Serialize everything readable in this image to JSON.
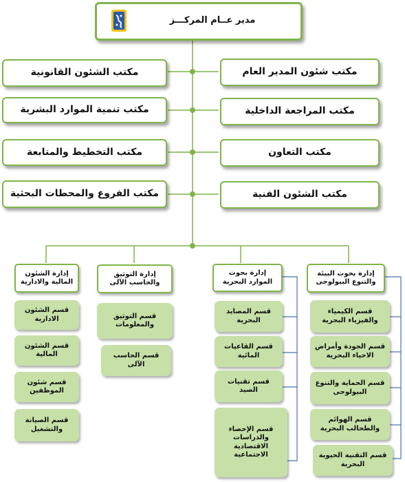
{
  "general_manager": "مدير عــام المركـــز",
  "offices_left": [
    "مكتب الشئون القانونية",
    "مكتب تنمية الموارد البشرية",
    "مكتب التخطيط والمتابعة",
    "مكتب الفروع والمحطات البحثية"
  ],
  "offices_right": [
    "مكتب شئون المدير العام",
    "مكتب المراجعة الداخلية",
    "مكتب التعاون",
    "مكتب الشئون الفنية"
  ],
  "departments": {
    "finance_admin": {
      "title": "إدارة الشئون المالية والادارية",
      "sections": [
        "قسم الشئون الادارية",
        "قسم الشئون المالية",
        "قسم شئون الموظفين",
        "قسم الصيانة والتشغيل"
      ]
    },
    "documentation_computing": {
      "title": "إدارة التوثيق والحاسب الآلى",
      "sections": [
        "قسم التوثيق والمعلومات",
        "قسم الحاسب الآلى"
      ]
    },
    "marine_resources": {
      "title": "إدارة بحوث الموارد البحرية",
      "sections": [
        "قسم المصايد البحرية",
        "قسم القاعيات المائية",
        "قسم تقنيات الصيد",
        "قسم الإحصاء والدراسات الاقتصادية الاجتماعية"
      ]
    },
    "environment_biodiversity": {
      "title": "إدارة بحوث البيئة والتنوع البيولوجى",
      "sections": [
        "قسم الكيمياء والفيزياء البحرية",
        "قسم الجودة وأمراض الاحياء البحرية",
        "قسم الحماية والتنوع البيولوجى",
        "قسم الهوائم والطحالب البحرية",
        "قسم التقنية الحيوية البحرية"
      ]
    }
  },
  "colors": {
    "border": "#7fb449",
    "section_fill": "#c6e0a8",
    "connector": "#7fb449",
    "dept_connector": "#4a6fb5",
    "logo_blue": "#2a5aa8",
    "logo_yellow": "#f2c21b"
  }
}
